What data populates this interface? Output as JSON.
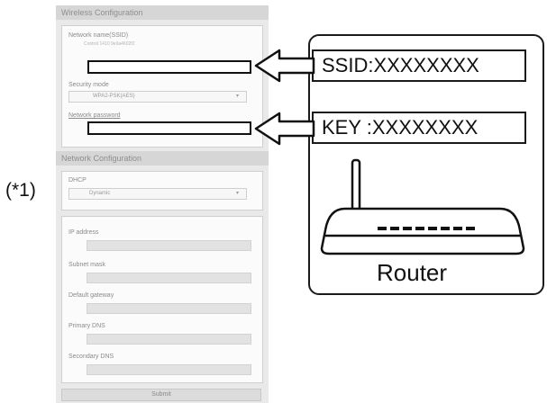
{
  "wireless": {
    "header": "Wireless Configuration",
    "ssid_label": "Network name(SSID)",
    "ssid_hint": "Control 1410 9e9a4602f2",
    "security_label": "Security mode",
    "security_value": "WPA2-PSK(AES)",
    "password_label": "Network password"
  },
  "network": {
    "header": "Network Configuration",
    "dhcp_label": "DHCP",
    "dhcp_value": "Dynamic",
    "ip_label": "IP address",
    "subnet_label": "Subnet mask",
    "gateway_label": "Default gateway",
    "primary_dns_label": "Primary DNS",
    "secondary_dns_label": "Secondary DNS"
  },
  "submit_label": "Submit",
  "annotation": "(*1)",
  "router": {
    "ssid_text": "SSID:XXXXXXXX",
    "key_text": "KEY :XXXXXXXX",
    "label": "Router"
  }
}
